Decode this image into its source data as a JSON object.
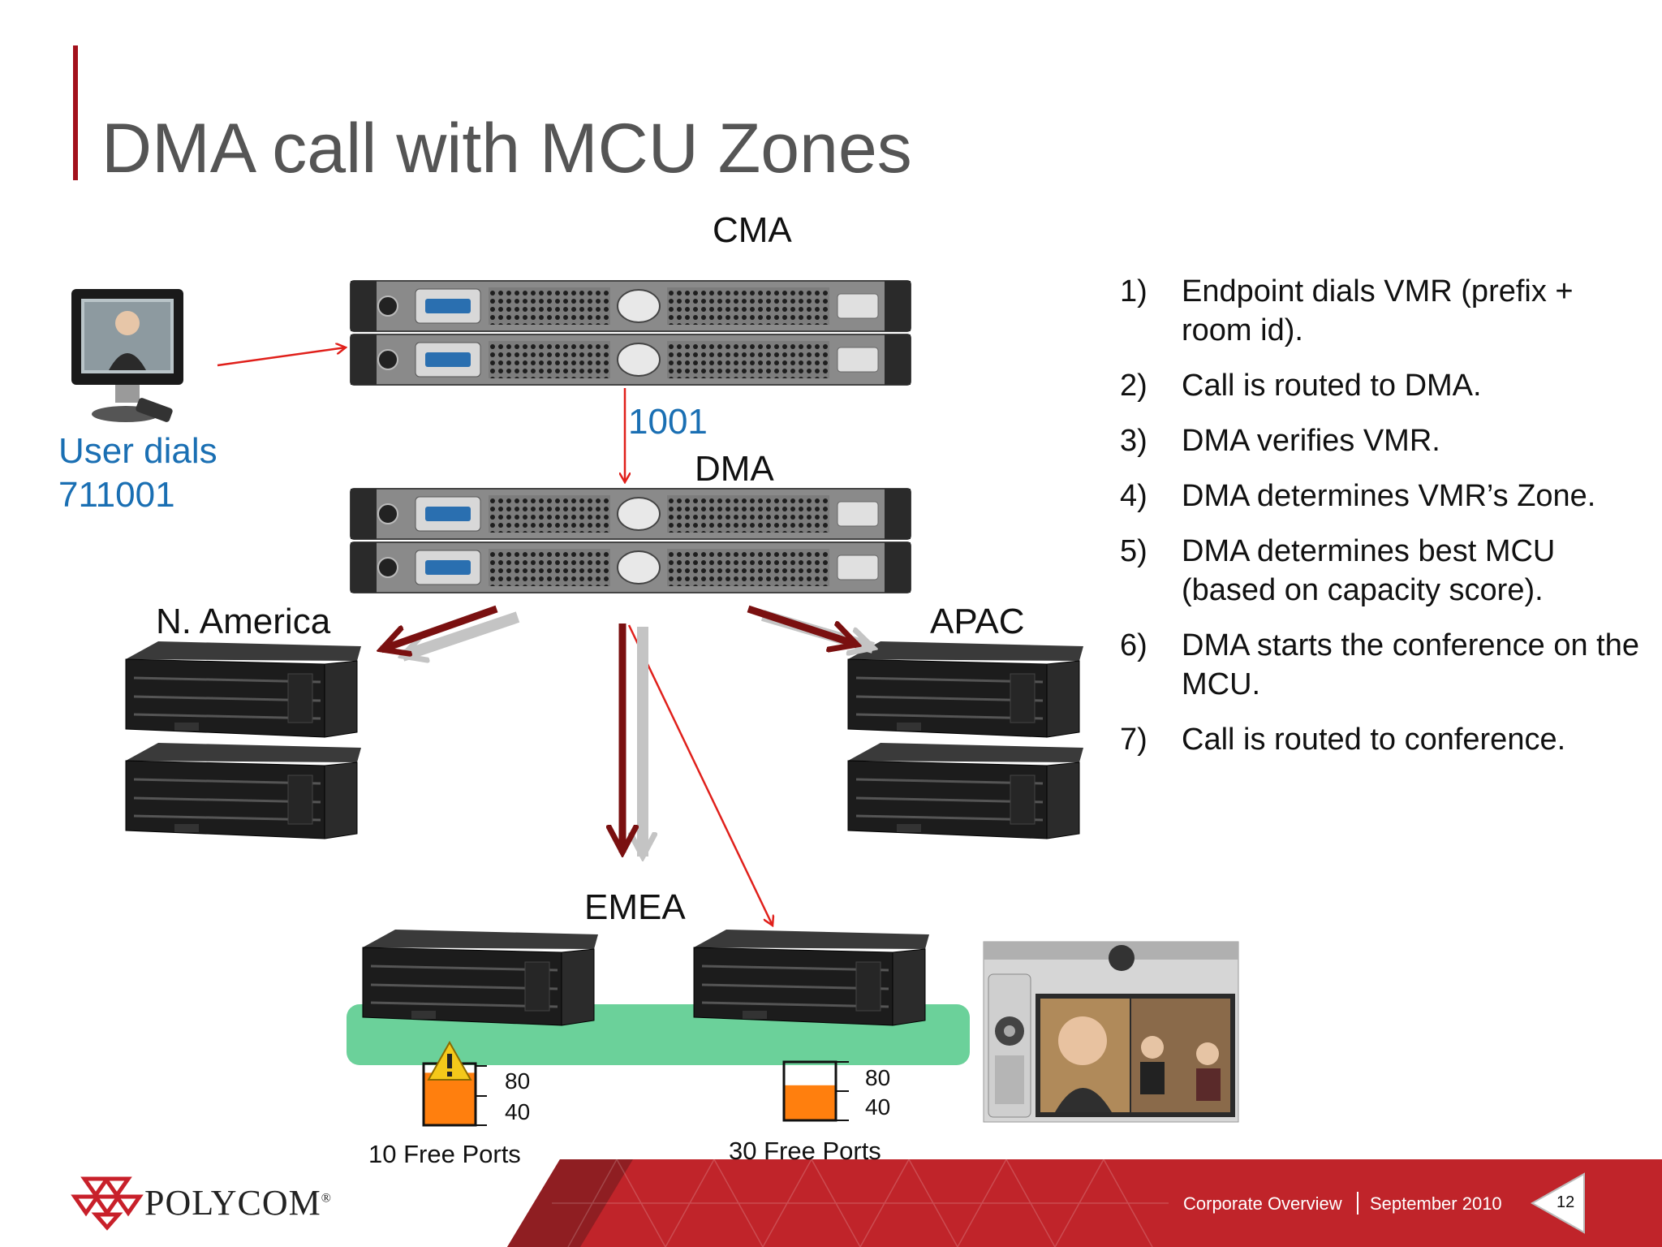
{
  "title": "DMA call with MCU Zones",
  "labels": {
    "cma": "CMA",
    "dma": "DMA",
    "dial_number": "1001",
    "user_dials_line1": "User dials",
    "user_dials_line2": "711001",
    "n_america": "N. America",
    "apac": "APAC",
    "emea": "EMEA"
  },
  "steps": [
    {
      "num": "1)",
      "text": "Endpoint dials VMR (prefix + room id)."
    },
    {
      "num": "2)",
      "text": "Call is routed to DMA."
    },
    {
      "num": "3)",
      "text": "DMA verifies VMR."
    },
    {
      "num": "4)",
      "text": "DMA determines VMR’s Zone."
    },
    {
      "num": "5)",
      "text": "DMA determines best MCU (based on capacity score)."
    },
    {
      "num": "6)",
      "text": "DMA starts the conference on the MCU."
    },
    {
      "num": "7)",
      "text": "Call is routed to conference."
    }
  ],
  "capacity": [
    {
      "label": "10 Free Ports",
      "tick_high": "80",
      "tick_low": "40",
      "fill_fraction": 0.85,
      "warning": true
    },
    {
      "label": "30 Free Ports",
      "tick_high": "80",
      "tick_low": "40",
      "fill_fraction": 0.6,
      "warning": false
    }
  ],
  "footer": {
    "left": "Corporate Overview",
    "right": "September 2010",
    "page": "12",
    "brand": "POLYCOM",
    "brand_mark": "®"
  },
  "colors": {
    "title_accent": "#a3111c",
    "label_blue": "#1a6fb3",
    "arrow_red": "#e0201b",
    "arrow_dark": "#7a1010",
    "zone_green": "#6bd19a",
    "gauge_orange": "#ff7f0e",
    "footer_red": "#c0242a"
  },
  "icons": [
    "server-rack-icon",
    "mcu-chassis-icon",
    "desktop-endpoint-icon",
    "room-system-icon",
    "warning-icon",
    "polycom-logo-icon"
  ]
}
